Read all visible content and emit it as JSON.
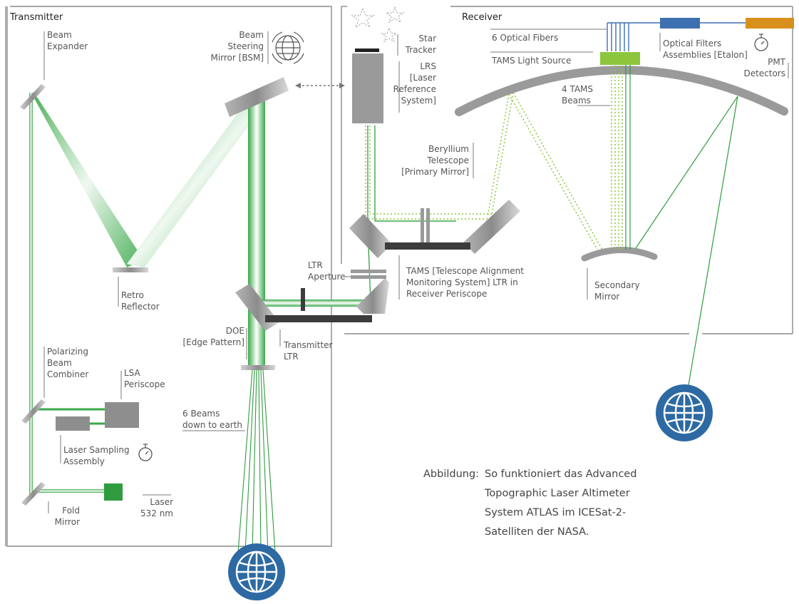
{
  "sections": {
    "transmitter": "Transmitter",
    "receiver": "Receiver"
  },
  "labels": {
    "beam_expander": [
      "Beam",
      "Expander"
    ],
    "bsm": [
      "Beam",
      "Steering",
      "Mirror [BSM]"
    ],
    "retro_reflector": [
      "Retro",
      "Reflector"
    ],
    "polarizing_beam_combiner": [
      "Polarizing",
      "Beam",
      "Combiner"
    ],
    "lsa_periscope": [
      "LSA",
      "Periscope"
    ],
    "laser_sampling_assembly": [
      "Laser Sampling",
      "Assembly"
    ],
    "fold_mirror": [
      "Fold",
      "Mirror"
    ],
    "laser": [
      "Laser",
      "532 nm"
    ],
    "doe": [
      "DOE",
      "[Edge Pattern]"
    ],
    "transmitter_ltr": [
      "Transmitter",
      "LTR"
    ],
    "ltr_aperture": [
      "LTR",
      "Aperture"
    ],
    "six_beams": [
      "6 Beams",
      "down to earth"
    ],
    "star_tracker": [
      "Star",
      "Tracker"
    ],
    "lrs": [
      "LRS",
      "[Laser",
      "Reference",
      "System]"
    ],
    "beryllium_telescope": [
      "Beryllium",
      "Telescope",
      "[Primary Mirror]"
    ],
    "tams": [
      "TAMS [Telescope Alignment",
      "Monitoring System] LTR in",
      "Receiver Periscope"
    ],
    "six_optical_fibers": "6 Optical Fibers",
    "tams_light_source": "TAMS Light Source",
    "four_tams_beams": [
      "4 TAMS",
      "Beams"
    ],
    "optical_filters": [
      "Optical Filters",
      "Assemblies [Etalon]"
    ],
    "pmt_detectors": [
      "PMT",
      "Detectors"
    ],
    "secondary_mirror": [
      "Secondary",
      "Mirror"
    ]
  },
  "caption": {
    "lead": "Abbildung:",
    "lines": [
      "So funktioniert das Advanced",
      "Topographic Laser Altimeter",
      "System ATLAS im ICESat-2-",
      "Satelliten der NASA."
    ]
  },
  "icons": [
    "stopwatch-icon",
    "globe-icon",
    "star-icon",
    "gimbal-icon"
  ],
  "colors": {
    "beam_green": "#3aa84a",
    "laser_green": "#2e9c3f",
    "tams_source_green": "#8cc63f",
    "filter_blue": "#3e6fb0",
    "pmt_orange": "#d8901c",
    "globe_blue": "#2d6aa3",
    "frame_gray": "#8a8a8a"
  }
}
